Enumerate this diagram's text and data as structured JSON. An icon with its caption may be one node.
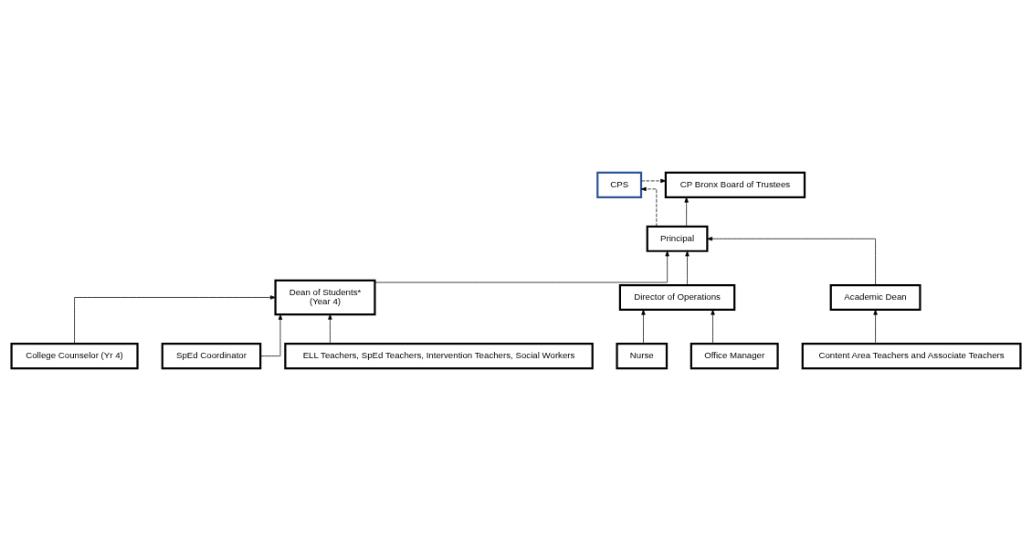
{
  "diagram": {
    "nodes": [
      {
        "text": [
          "CP Bronx Board of Trustees"
        ]
      },
      {
        "text": [
          "CPS"
        ]
      },
      {
        "text": [
          "Principal"
        ]
      },
      {
        "text": [
          "Dean of Students*",
          "(Year 4)"
        ]
      },
      {
        "text": [
          "Director of Operations"
        ]
      },
      {
        "text": [
          "Academic Dean"
        ]
      },
      {
        "text": [
          "College Counselor (Yr 4)"
        ]
      },
      {
        "text": [
          "SpEd Coordinator"
        ]
      },
      {
        "text": [
          "ELL Teachers, SpEd Teachers, Intervention Teachers, Social Workers"
        ]
      },
      {
        "text": [
          "Nurse"
        ]
      },
      {
        "text": [
          "Office Manager"
        ]
      },
      {
        "text": [
          "Content Area Teachers and Associate Teachers"
        ]
      }
    ],
    "edges": [
      {
        "from": 1,
        "to": 0,
        "arrow": "to",
        "style": "dashed"
      },
      {
        "from": 2,
        "to": 1,
        "arrow": "to",
        "style": "dashed"
      },
      {
        "from": 2,
        "to": 0,
        "arrow": "to"
      },
      {
        "from": 3,
        "to": 2,
        "arrow": "to"
      },
      {
        "from": 4,
        "to": 2,
        "arrow": "to"
      },
      {
        "from": 5,
        "to": 2,
        "arrow": "to"
      },
      {
        "from": 6,
        "to": 3,
        "arrow": "to"
      },
      {
        "from": 7,
        "to": 3,
        "arrow": "to"
      },
      {
        "from": 8,
        "to": 3,
        "arrow": "to"
      },
      {
        "from": 9,
        "to": 4,
        "arrow": "to"
      },
      {
        "from": 10,
        "to": 4,
        "arrow": "to"
      },
      {
        "from": 11,
        "to": 5,
        "arrow": "to"
      }
    ]
  }
}
